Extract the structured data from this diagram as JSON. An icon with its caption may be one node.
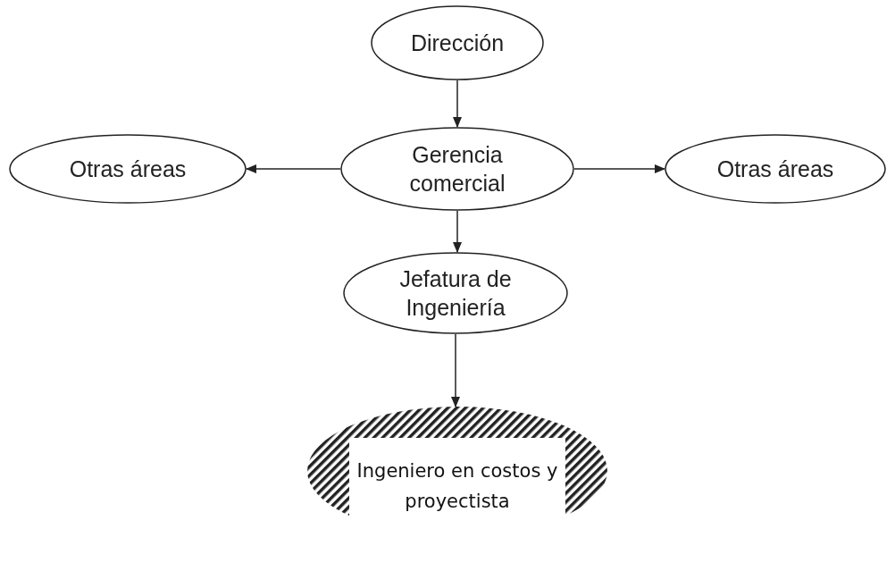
{
  "diagram": {
    "nodes": [
      {
        "text": [
          "Dirección"
        ]
      },
      {
        "text": [
          "Gerencia comercial"
        ]
      },
      {
        "text": [
          "Otras áreas"
        ]
      },
      {
        "text": [
          "Otras áreas"
        ]
      },
      {
        "text": [
          "Jefatura de Ingeniería"
        ]
      },
      {
        "text": [
          "Ingeniero en costos y proyectista"
        ]
      }
    ],
    "edges": [
      {
        "from": 0,
        "to": 1,
        "arrow": "to"
      },
      {
        "from": 1,
        "to": 2,
        "arrow": "to"
      },
      {
        "from": 1,
        "to": 3,
        "arrow": "to"
      },
      {
        "from": 1,
        "to": 4,
        "arrow": "to"
      },
      {
        "from": 4,
        "to": 5,
        "arrow": "to"
      }
    ]
  }
}
